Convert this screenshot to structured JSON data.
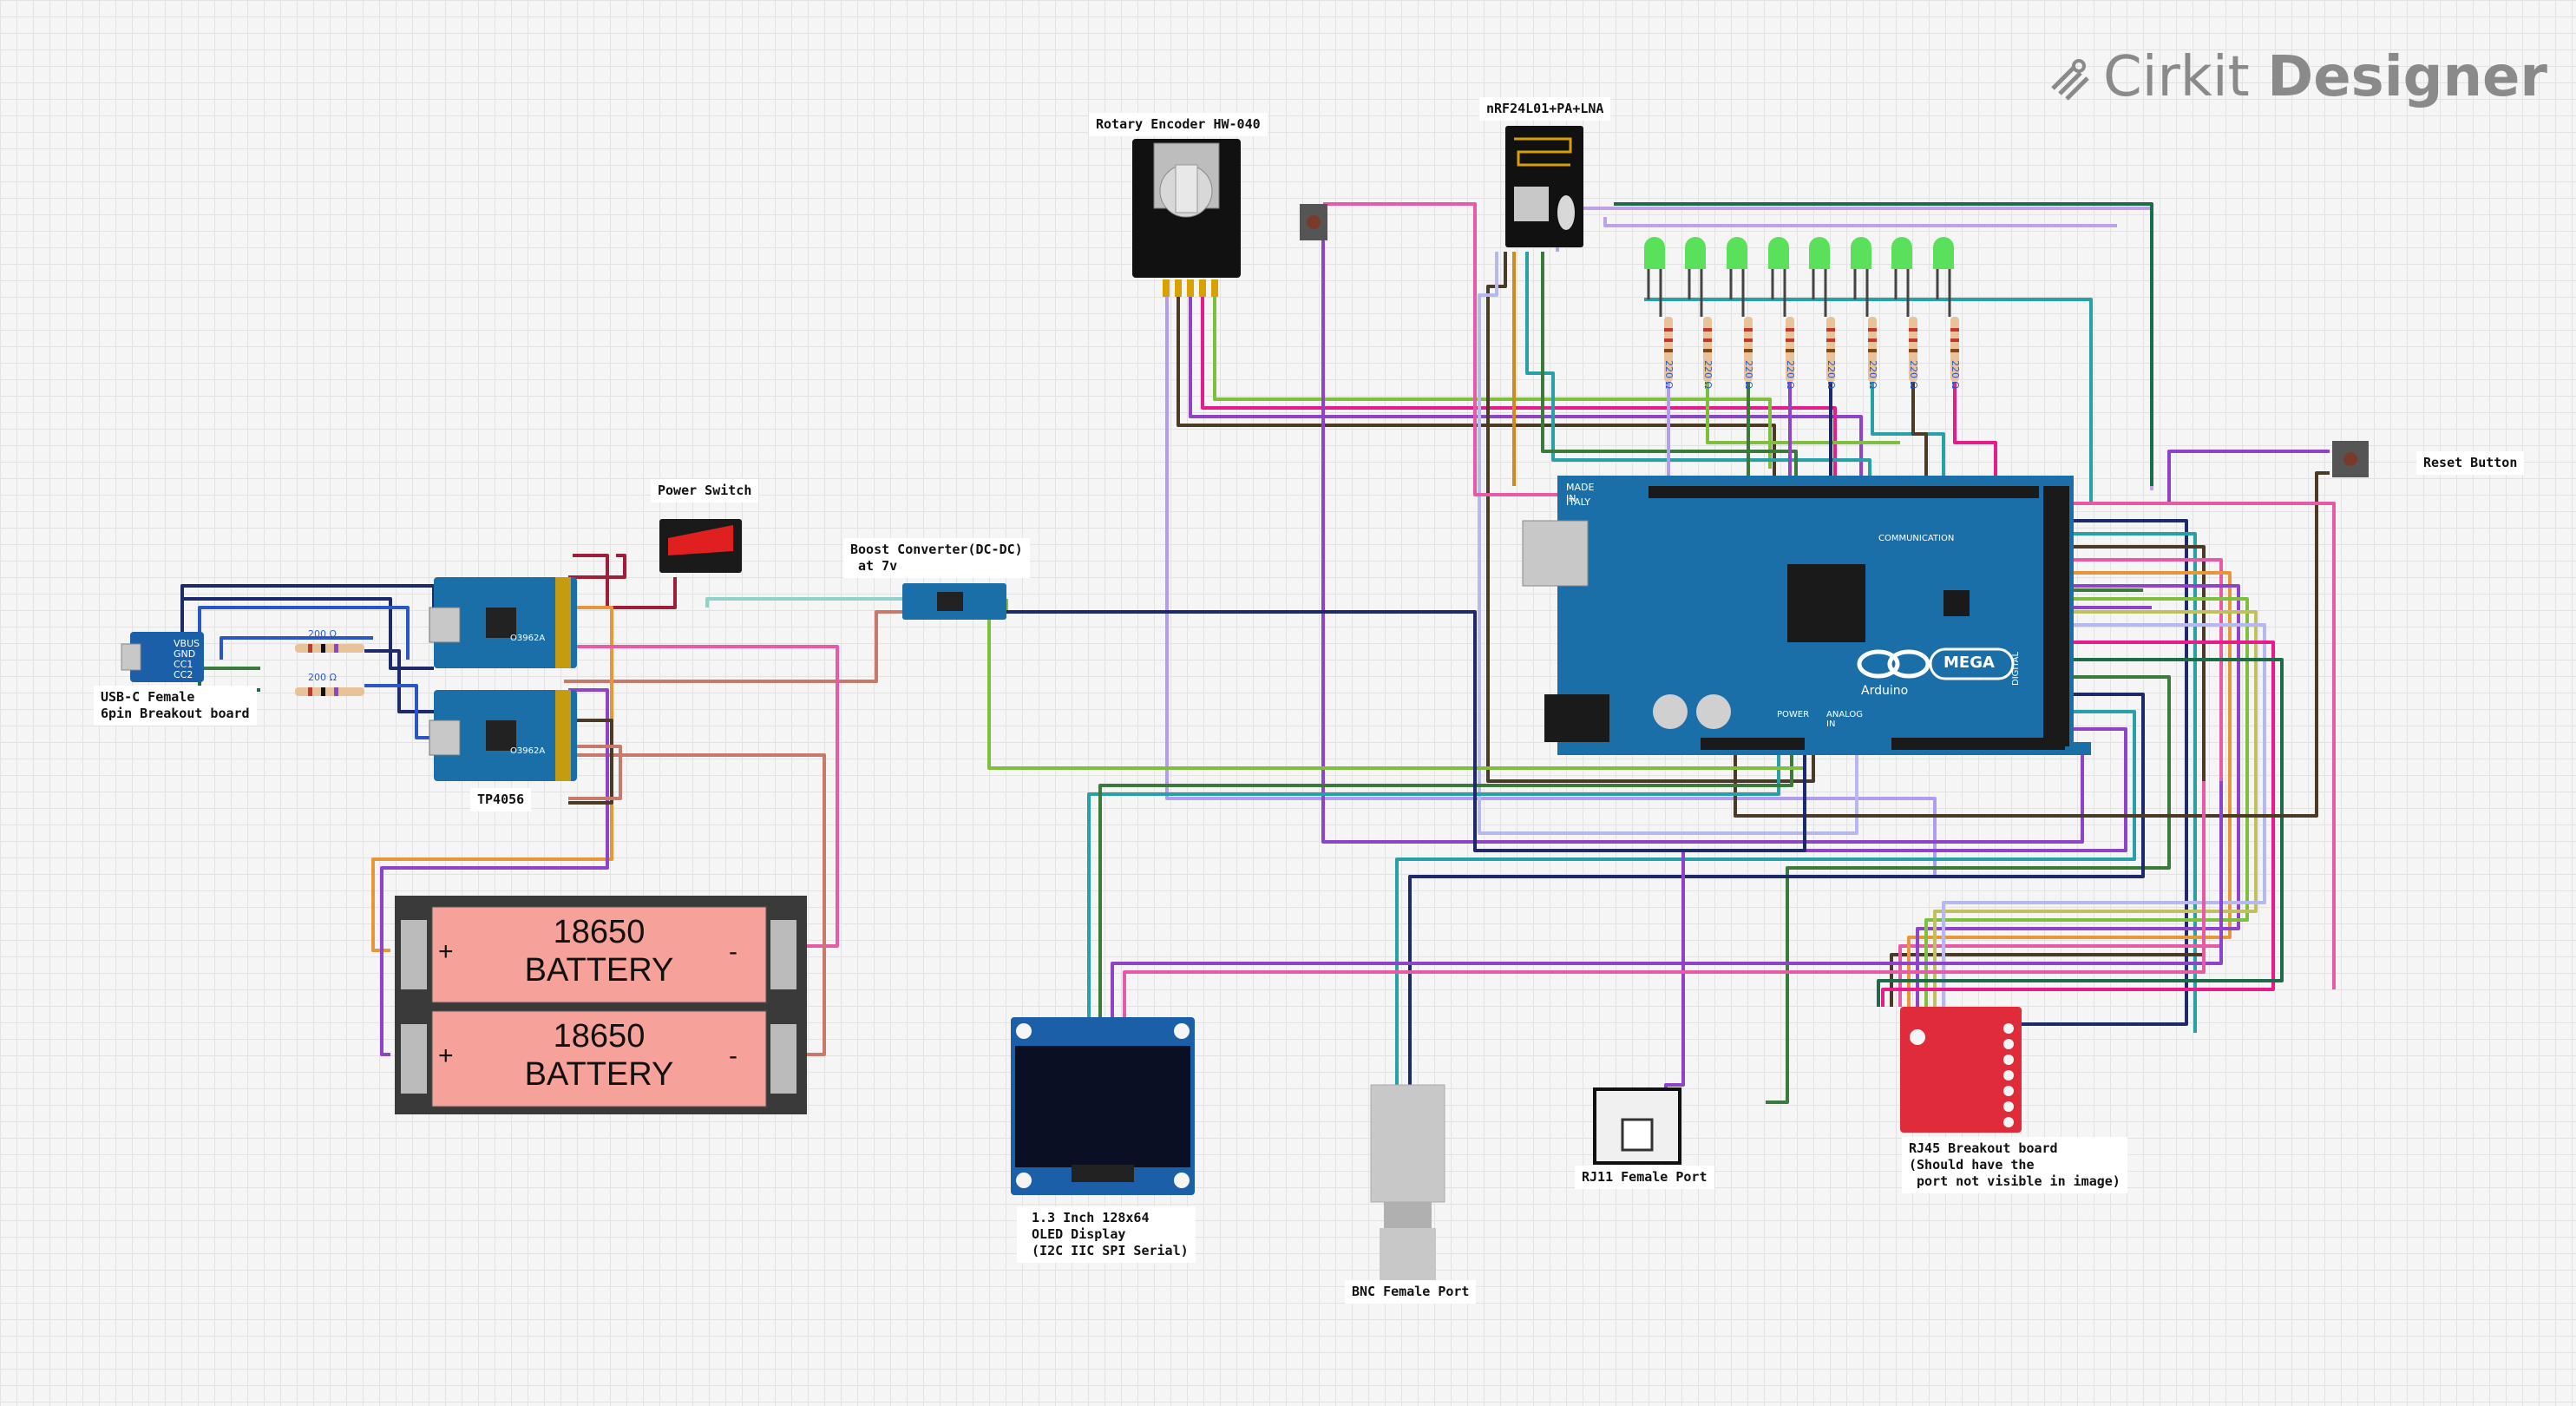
{
  "brand": {
    "word1": "Cirkit",
    "word2": "Designer"
  },
  "labels": {
    "rotary": "Rotary Encoder HW-040",
    "nrf": "nRF24L01+PA+LNA",
    "reset": "Reset Button",
    "power_switch": "Power Switch",
    "boost": "Boost Converter(DC-DC)\n at 7v",
    "usbc": "USB-C Female\n6pin Breakout board",
    "tp4056": "TP4056",
    "oled": " 1.3 Inch 128x64\n OLED Display\n (I2C IIC SPI Serial)",
    "bnc": "BNC Female Port",
    "rj11": "RJ11 Female Port",
    "rj45": "RJ45 Breakout board\n(Should have the\n port not visible in image)"
  },
  "battery": {
    "line1": "18650",
    "line2": "BATTERY",
    "plus": "+",
    "minus": "-"
  },
  "resistor_value": "220 Ω",
  "usb_resistor_value": "200 Ω",
  "arduino": {
    "name": "Arduino",
    "model": "MEGA",
    "made_in": "MADE IN",
    "italy": "ITALY",
    "power": "POWER",
    "analog_in": "ANALOG IN",
    "communication": "COMMUNICATION",
    "digital": "DIGITAL"
  },
  "tp_chip": "O3962A",
  "colors": {
    "board_blue": "#1a6fa8",
    "wire_pink": "#e75aa6",
    "wire_navy": "#1c2a6b",
    "battery_fill": "#f6a29a",
    "led_green": "#5be05b"
  }
}
